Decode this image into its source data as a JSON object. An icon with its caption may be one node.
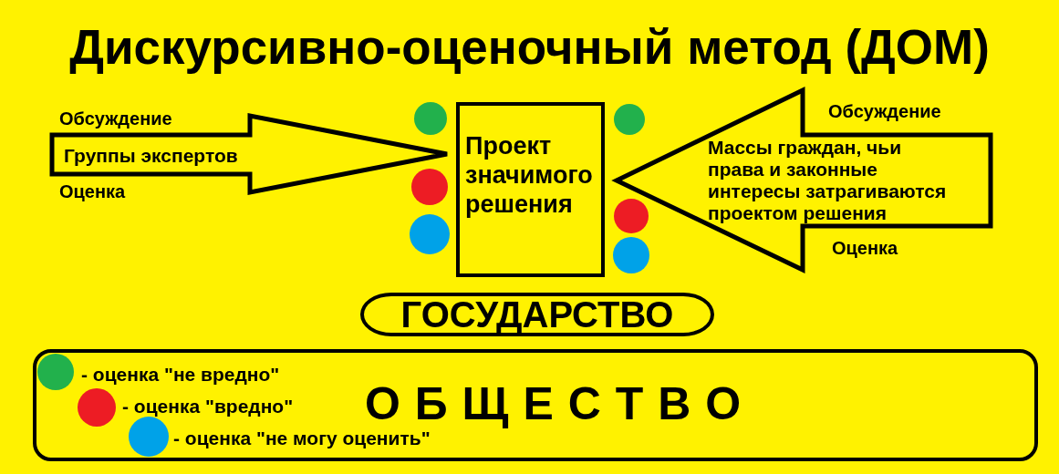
{
  "diagram": {
    "title": "Дискурсивно-оценочный метод (ДОМ)",
    "nodes": [
      {
        "text": [
          "Группы экспертов"
        ],
        "beside": [
          "Обсуждение",
          "Оценка"
        ]
      },
      {
        "text": [],
        "shape": "circle"
      },
      {
        "text": [],
        "shape": "circle"
      },
      {
        "text": [],
        "shape": "circle"
      },
      {
        "text": [
          "Проект значимого решения"
        ]
      },
      {
        "text": [],
        "shape": "circle"
      },
      {
        "text": [],
        "shape": "circle"
      },
      {
        "text": [],
        "shape": "circle"
      },
      {
        "text": [
          "Массы граждан, чьи права и законные интересы затрагиваются проектом решения"
        ],
        "beside": [
          "Обсуждение",
          "Оценка"
        ]
      },
      {
        "text": [
          "ГОСУДАРСТВО"
        ]
      },
      {
        "text": [
          "О Б Щ Е С Т В О"
        ]
      }
    ],
    "legend": [
      {
        "text": "- оценка \"не вредно\"",
        "color": "#22b14c"
      },
      {
        "text": "- оценка \"вредно\"",
        "color": "#ed1c24"
      },
      {
        "text": "- оценка \"не могу оценить\"",
        "color": "#00a2e8"
      }
    ]
  }
}
